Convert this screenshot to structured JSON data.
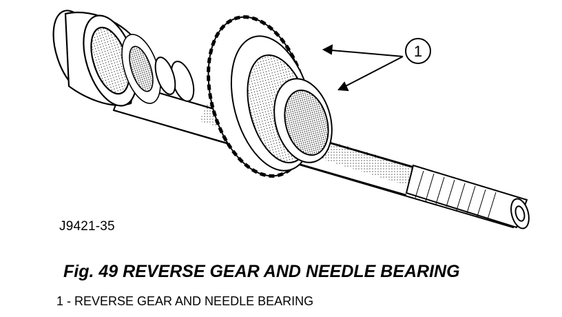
{
  "figure": {
    "reference_id": "J9421-35",
    "caption": "Fig. 49 REVERSE GEAR AND NEEDLE BEARING",
    "callouts": [
      {
        "number": "1",
        "label": "1 - REVERSE GEAR AND NEEDLE BEARING"
      }
    ]
  }
}
